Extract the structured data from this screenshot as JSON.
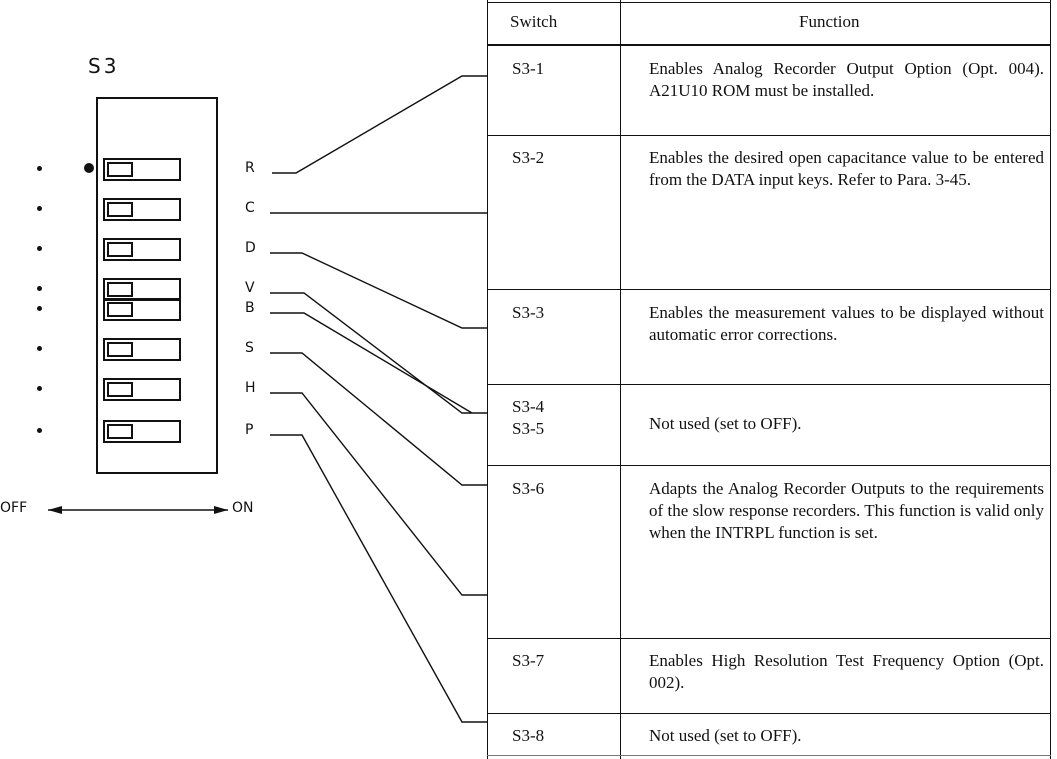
{
  "switch_block": {
    "title": "S3",
    "letters": [
      "R",
      "C",
      "D",
      "V",
      "B",
      "S",
      "H",
      "P"
    ],
    "off_label": "OFF",
    "on_label": "ON"
  },
  "table": {
    "headers": {
      "switch": "Switch",
      "function": "Function"
    },
    "rows": [
      {
        "switch": "S3-1",
        "function": "Enables Analog Recorder Output Option (Opt. 004). A21U10 ROM must be installed."
      },
      {
        "switch": "S3-2",
        "function": "Enables the desired open capacitance value to be entered from the DATA input keys. Refer to Para. 3-45."
      },
      {
        "switch": "S3-3",
        "function": "Enables the measurement values to be displayed without automatic error corrections."
      },
      {
        "switch": "S3-4\nS3-5",
        "function": "Not used (set to OFF)."
      },
      {
        "switch": "S3-6",
        "function": "Adapts the Analog Recorder Outputs to the requirements of the slow response recorders. This function is valid only when the INTRPL function is set."
      },
      {
        "switch": "S3-7",
        "function": "Enables High Resolution Test Frequency Option (Opt. 002)."
      },
      {
        "switch": "S3-8",
        "function": "Not used (set to OFF)."
      }
    ]
  }
}
